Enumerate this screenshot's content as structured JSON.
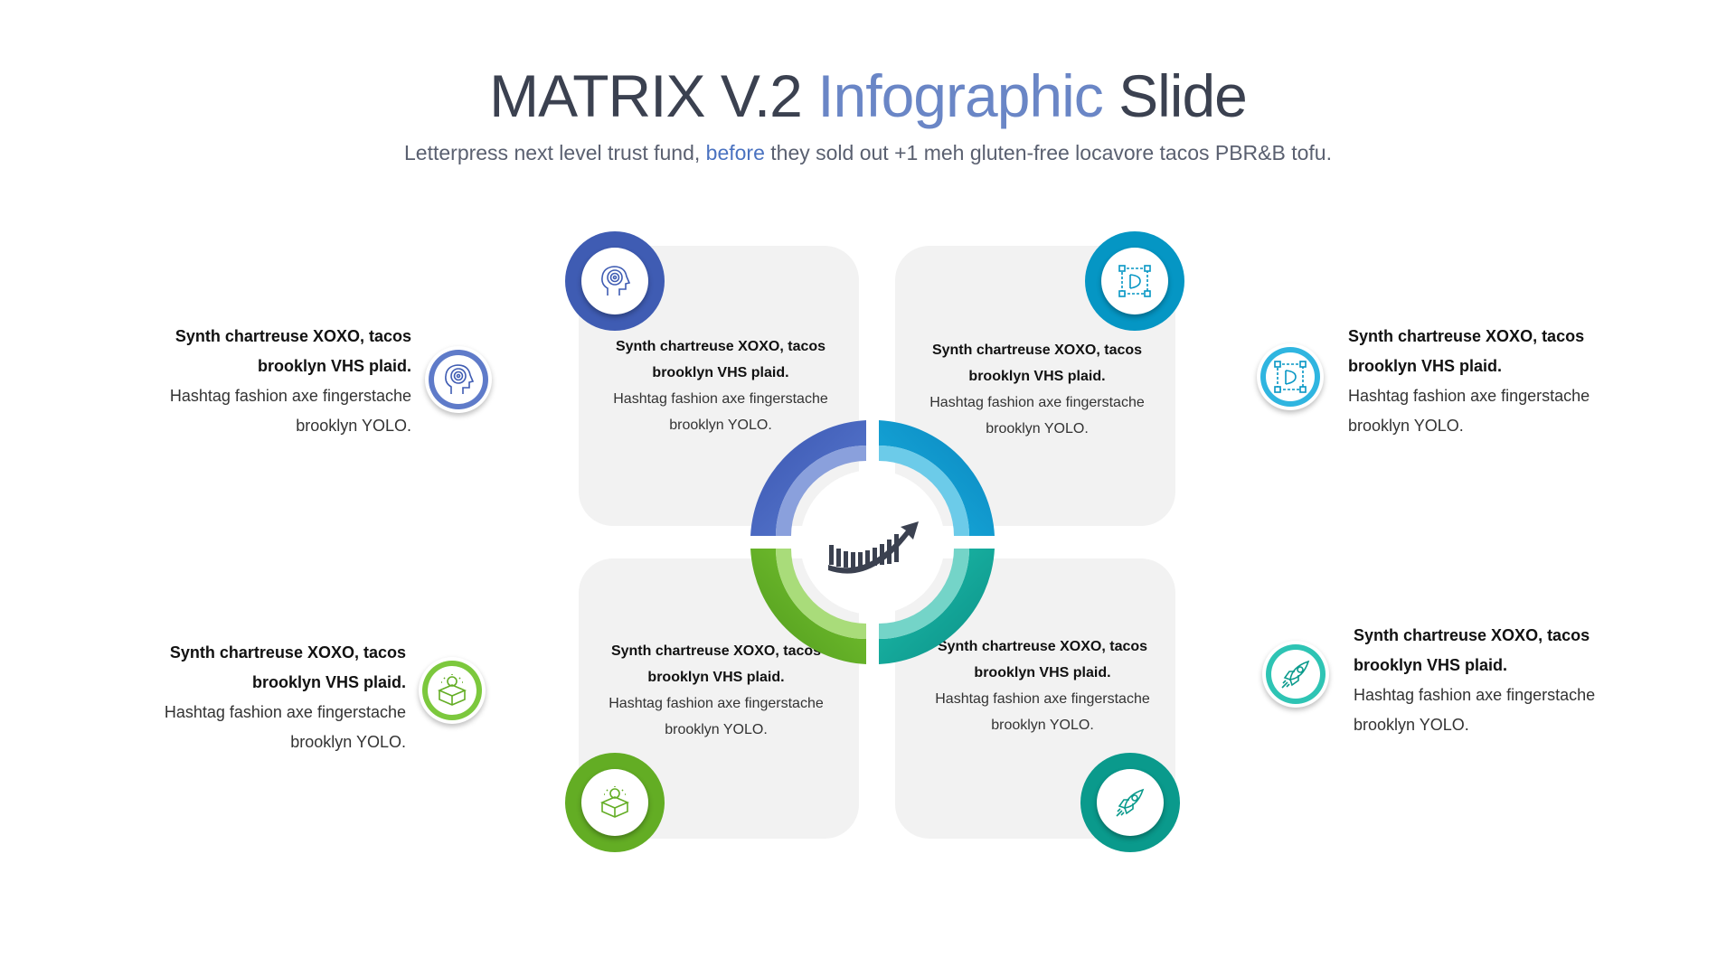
{
  "title": {
    "part1": "MATRIX V.2 ",
    "accent": "Infographic",
    "part2": " Slide"
  },
  "subtitle": {
    "part1": "Letterpress next level trust fund, ",
    "accent": "before",
    "part2": " they sold out +1 meh gluten-free locavore tacos PBR&B tofu."
  },
  "colors": {
    "blue": "#3f5cb3",
    "cyan": "#0596c4",
    "green": "#63ad24",
    "teal": "#0aa394",
    "card": "#f2f2f2"
  },
  "cards": [
    {
      "bold": "Synth chartreuse XOXO, tacos brooklyn VHS plaid.",
      "text": "Hashtag fashion axe fingerstache brooklyn YOLO.",
      "icon": "head-brain-icon"
    },
    {
      "bold": "Synth chartreuse XOXO, tacos brooklyn VHS plaid.",
      "text": "Hashtag fashion axe fingerstache brooklyn YOLO.",
      "icon": "design-frame-icon"
    },
    {
      "bold": "Synth chartreuse XOXO, tacos brooklyn VHS plaid.",
      "text": "Hashtag fashion axe fingerstache brooklyn YOLO.",
      "icon": "idea-box-icon"
    },
    {
      "bold": "Synth chartreuse XOXO, tacos brooklyn VHS plaid.",
      "text": "Hashtag fashion axe fingerstache brooklyn YOLO.",
      "icon": "rocket-icon"
    }
  ],
  "sides": [
    {
      "bold": "Synth chartreuse XOXO, tacos brooklyn VHS plaid.",
      "text": "Hashtag fashion axe fingerstache brooklyn YOLO.",
      "icon": "head-brain-icon"
    },
    {
      "bold": "Synth chartreuse XOXO, tacos brooklyn VHS plaid.",
      "text": "Hashtag fashion axe fingerstache brooklyn YOLO.",
      "icon": "design-frame-icon"
    },
    {
      "bold": "Synth chartreuse XOXO, tacos brooklyn VHS plaid.",
      "text": "Hashtag fashion axe fingerstache brooklyn YOLO.",
      "icon": "idea-box-icon"
    },
    {
      "bold": "Synth chartreuse XOXO, tacos brooklyn VHS plaid.",
      "text": "Hashtag fashion axe fingerstache brooklyn YOLO.",
      "icon": "rocket-icon"
    }
  ],
  "center_icon": "growth-chart-icon"
}
